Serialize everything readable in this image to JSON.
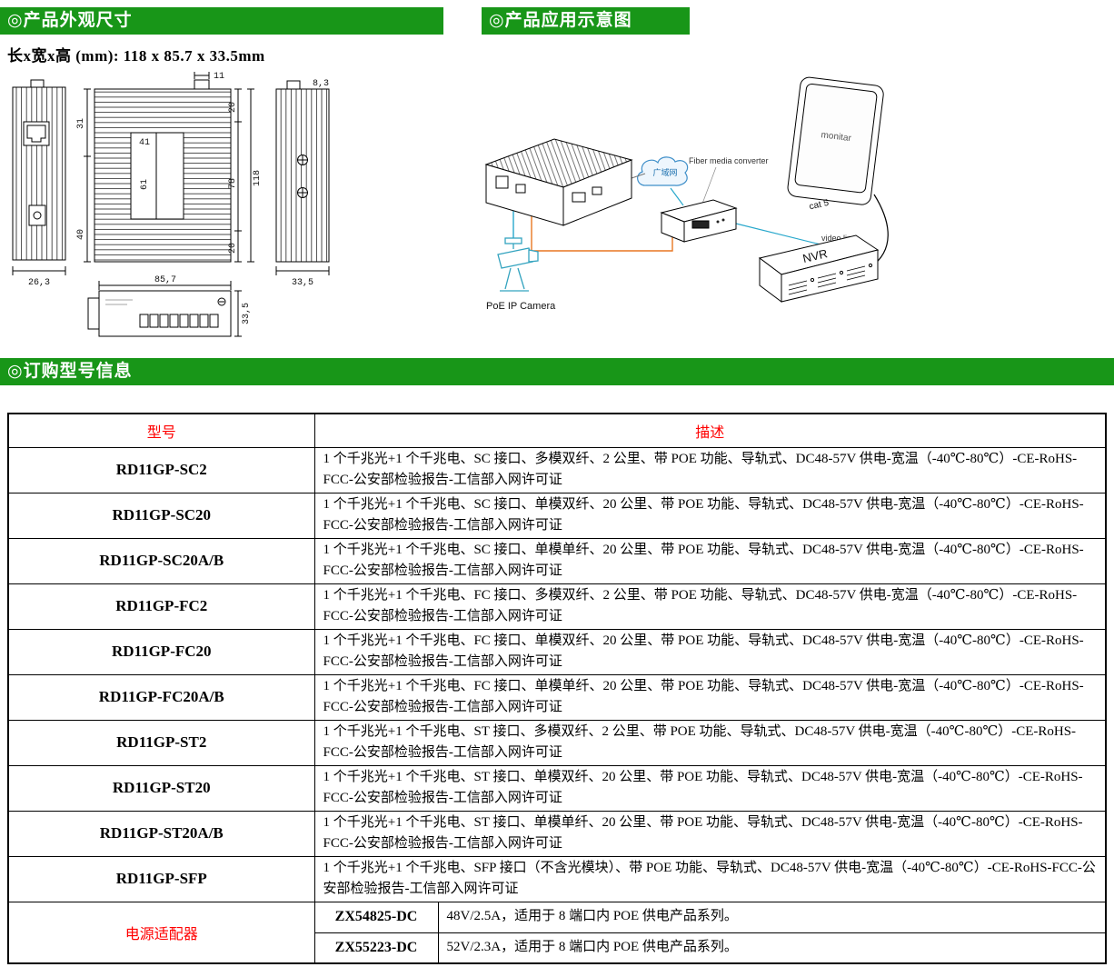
{
  "page": {
    "accent_green": "#189618",
    "accent_red": "#ff0000"
  },
  "sections": {
    "dimensions": {
      "title": "◎产品外观尺寸",
      "size_line": "长x宽x高 (mm): 118 x 85.7 x 33.5mm"
    },
    "application": {
      "title": "◎产品应用示意图",
      "labels": {
        "camera": "PoE IP Camera",
        "converter": "Fiber media converter",
        "cloud": "广域网",
        "cat5": "cat 5",
        "video_line": "video line",
        "nvr": "NVR",
        "monitor": "monitar"
      }
    },
    "ordering": {
      "title": "◎订购型号信息"
    }
  },
  "drawing": {
    "dims": {
      "front_width": "26,3",
      "d11": "11",
      "d31": "31",
      "d41": "41",
      "d61": "61",
      "d40": "40",
      "d20_top": "20",
      "d78": "78",
      "d20_bottom": "20",
      "d118": "118",
      "d83": "8,3",
      "side_width": "33,5",
      "bottom_width": "85,7",
      "bottom_depth": "33,5"
    }
  },
  "table": {
    "headers": {
      "model": "型号",
      "desc": "描述"
    },
    "rows": [
      {
        "model": "RD11GP-SC2",
        "desc": "1 个千兆光+1 个千兆电、SC 接口、多模双纤、2 公里、带 POE 功能、导轨式、DC48-57V 供电-宽温（-40℃-80℃）-CE-RoHS-FCC-公安部检验报告-工信部入网许可证"
      },
      {
        "model": "RD11GP-SC20",
        "desc": "1 个千兆光+1 个千兆电、SC 接口、单模双纤、20 公里、带 POE 功能、导轨式、DC48-57V 供电-宽温（-40℃-80℃）-CE-RoHS-FCC-公安部检验报告-工信部入网许可证"
      },
      {
        "model": "RD11GP-SC20A/B",
        "desc": "1 个千兆光+1 个千兆电、SC 接口、单模单纤、20 公里、带 POE 功能、导轨式、DC48-57V 供电-宽温（-40℃-80℃）-CE-RoHS-FCC-公安部检验报告-工信部入网许可证"
      },
      {
        "model": "RD11GP-FC2",
        "desc": "1 个千兆光+1 个千兆电、FC 接口、多模双纤、2 公里、带 POE 功能、导轨式、DC48-57V 供电-宽温（-40℃-80℃）-CE-RoHS-FCC-公安部检验报告-工信部入网许可证"
      },
      {
        "model": "RD11GP-FC20",
        "desc": "1 个千兆光+1 个千兆电、FC 接口、单模双纤、20 公里、带 POE 功能、导轨式、DC48-57V 供电-宽温（-40℃-80℃）-CE-RoHS-FCC-公安部检验报告-工信部入网许可证"
      },
      {
        "model": "RD11GP-FC20A/B",
        "desc": "1 个千兆光+1 个千兆电、FC 接口、单模单纤、20 公里、带 POE 功能、导轨式、DC48-57V 供电-宽温（-40℃-80℃）-CE-RoHS-FCC-公安部检验报告-工信部入网许可证"
      },
      {
        "model": "RD11GP-ST2",
        "desc": "1 个千兆光+1 个千兆电、ST 接口、多模双纤、2 公里、带 POE 功能、导轨式、DC48-57V 供电-宽温（-40℃-80℃）-CE-RoHS-FCC-公安部检验报告-工信部入网许可证"
      },
      {
        "model": "RD11GP-ST20",
        "desc": "1 个千兆光+1 个千兆电、ST 接口、单模双纤、20 公里、带 POE 功能、导轨式、DC48-57V 供电-宽温（-40℃-80℃）-CE-RoHS-FCC-公安部检验报告-工信部入网许可证"
      },
      {
        "model": "RD11GP-ST20A/B",
        "desc": "1 个千兆光+1 个千兆电、ST 接口、单模单纤、20 公里、带 POE 功能、导轨式、DC48-57V 供电-宽温（-40℃-80℃）-CE-RoHS-FCC-公安部检验报告-工信部入网许可证"
      },
      {
        "model": "RD11GP-SFP",
        "desc": "1 个千兆光+1 个千兆电、SFP 接口（不含光模块）、带 POE 功能、导轨式、DC48-57V 供电-宽温（-40℃-80℃）-CE-RoHS-FCC-公安部检验报告-工信部入网许可证"
      }
    ],
    "adapter": {
      "label": "电源适配器",
      "rows": [
        {
          "model": "ZX54825-DC",
          "desc": "48V/2.5A，适用于 8 端口内 POE 供电产品系列。"
        },
        {
          "model": "ZX55223-DC",
          "desc": "52V/2.3A，适用于 8 端口内 POE 供电产品系列。"
        }
      ]
    }
  }
}
